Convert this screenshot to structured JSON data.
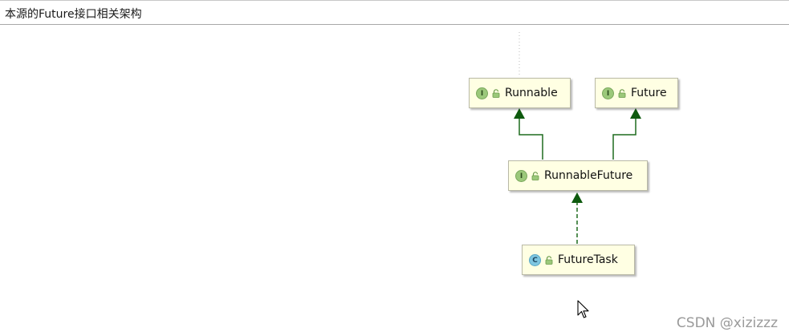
{
  "header": {
    "title": "本源的Future接口相关架构"
  },
  "diagram": {
    "nodes": [
      {
        "id": "runnable",
        "label": "Runnable",
        "kind": "interface",
        "badge": "I"
      },
      {
        "id": "future",
        "label": "Future",
        "kind": "interface",
        "badge": "I"
      },
      {
        "id": "runnable_future",
        "label": "RunnableFuture",
        "kind": "interface",
        "badge": "I"
      },
      {
        "id": "future_task",
        "label": "FutureTask",
        "kind": "class",
        "badge": "C"
      }
    ],
    "edges": [
      {
        "from": "runnable_future",
        "to": "runnable",
        "type": "extends"
      },
      {
        "from": "runnable_future",
        "to": "future",
        "type": "extends"
      },
      {
        "from": "future_task",
        "to": "runnable_future",
        "type": "implements"
      }
    ]
  },
  "colors": {
    "node_fill": "#ffffe3",
    "edge": "#1f6b1f",
    "interface_badge": "#9bc87a",
    "class_badge": "#7fc6e0"
  },
  "watermark": "CSDN @xizizzz"
}
